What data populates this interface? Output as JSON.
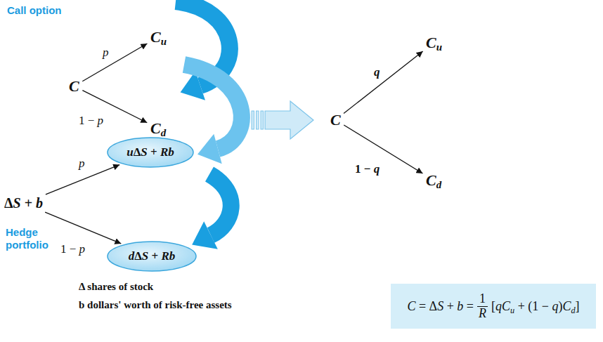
{
  "diagram": {
    "nodes": [
      {
        "text": [
          "C"
        ]
      },
      {
        "text": [
          "Cu"
        ]
      },
      {
        "text": [
          "Cd"
        ]
      },
      {
        "text": [
          "ΔS + b"
        ]
      },
      {
        "text": [
          "uΔS + Rb"
        ]
      },
      {
        "text": [
          "dΔS + Rb"
        ]
      },
      {
        "text": [
          "C"
        ]
      },
      {
        "text": [
          "Cu"
        ]
      },
      {
        "text": [
          "Cd"
        ]
      },
      {
        "text": [
          "C = ΔS + b =",
          "1",
          "R",
          "[qCu + (1 − q)Cd]"
        ]
      }
    ],
    "edges": [
      {
        "from": 0,
        "to": 1,
        "label": "p",
        "arrow": "to"
      },
      {
        "from": 0,
        "to": 2,
        "label": "1 − p",
        "arrow": "to"
      },
      {
        "from": 3,
        "to": 4,
        "label": "p",
        "arrow": "to"
      },
      {
        "from": 3,
        "to": 5,
        "label": "1 − p",
        "arrow": "to"
      },
      {
        "from": 6,
        "to": 7,
        "label": "q",
        "arrow": "to"
      },
      {
        "from": 6,
        "to": 8,
        "label": "1 − q",
        "arrow": "to"
      }
    ],
    "labels": [
      "Call option",
      "Hedge portfolio",
      "Δ shares of stock",
      "b dollars' worth of risk-free assets"
    ]
  }
}
